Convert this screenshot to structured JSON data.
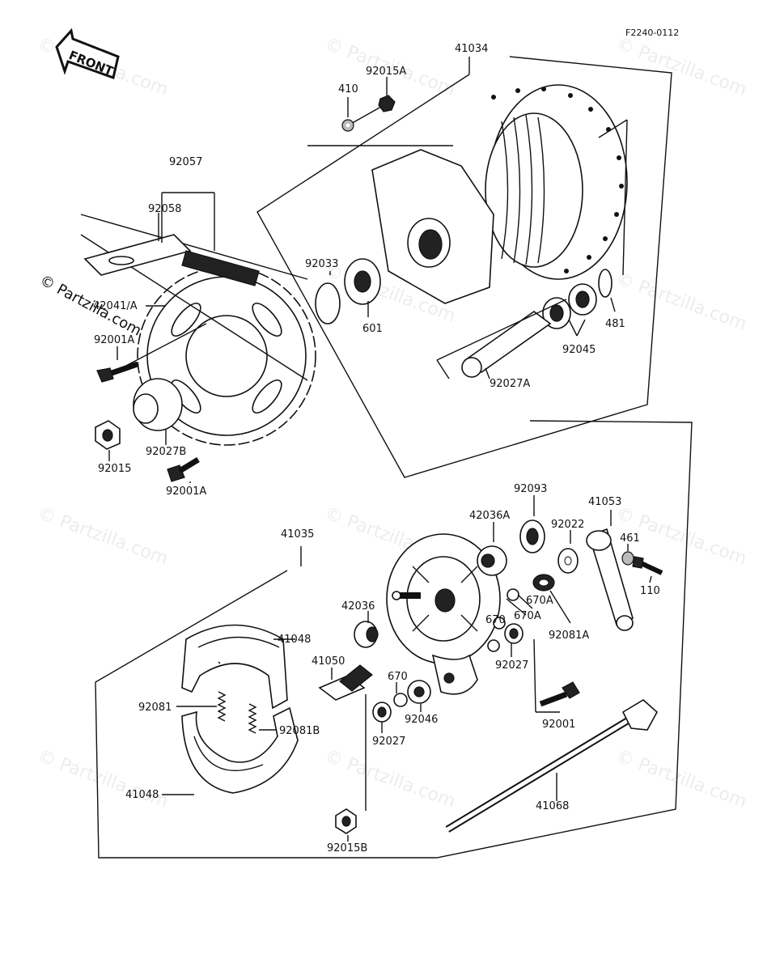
{
  "drawing_code": "F2240-0112",
  "front_label": "FRONT",
  "watermark": "© Partzilla.com",
  "labels": {
    "p41034": "41034",
    "p410": "410",
    "p92015A": "92015A",
    "p92057": "92057",
    "p92058": "92058",
    "p92033": "92033",
    "p601": "601",
    "p481": "481",
    "p92045": "92045",
    "p92027A": "92027A",
    "p42041A": "42041/A",
    "p92001A_top": "92001A",
    "p92027B": "92027B",
    "p92015": "92015",
    "p92001A_bot": "92001A",
    "p92093": "92093",
    "p41053": "41053",
    "p42036A": "42036A",
    "p92022": "92022",
    "p461": "461",
    "p110": "110",
    "p41035": "41035",
    "p670A_a": "670A",
    "p670A_b": "670A",
    "p670_a": "670",
    "p92081A": "92081A",
    "p42036": "42036",
    "p92027_a": "92027",
    "p41048_a": "41048",
    "p41050": "41050",
    "p670_b": "670",
    "p92046": "92046",
    "p92001": "92001",
    "p92081": "92081",
    "p92081B": "92081B",
    "p92027_b": "92027",
    "p41048_b": "41048",
    "p41068": "41068",
    "p92015B": "92015B"
  }
}
